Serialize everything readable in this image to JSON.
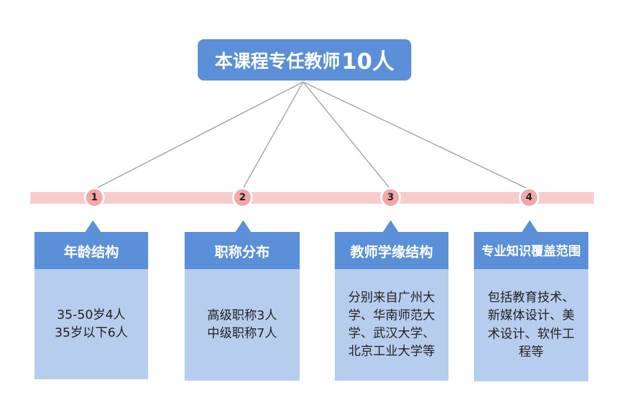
{
  "title": {
    "main": "本课程专任教师",
    "count": "10人"
  },
  "colors": {
    "header_blue": "#5b8fd8",
    "body_blue": "#b7cdee",
    "timeline_pink": "#f8cccd",
    "node_pink": "#f4a6a8",
    "connector_gray": "#a6a6a6"
  },
  "categories": [
    {
      "number": "1",
      "title": "年龄结构",
      "body": "35-50岁4人\n35岁以下6人"
    },
    {
      "number": "2",
      "title": "职称分布",
      "body": "高级职称3人\n中级职称7人"
    },
    {
      "number": "3",
      "title": "教师学缘结构",
      "body": "分别来自广州大\n学、华南师范大\n学、武汉大学、\n北京工业大学等"
    },
    {
      "number": "4",
      "title": "专业知识覆盖范围",
      "body": "包括教育技术、\n新媒体设计、美\n术设计、软件工\n程等"
    }
  ]
}
